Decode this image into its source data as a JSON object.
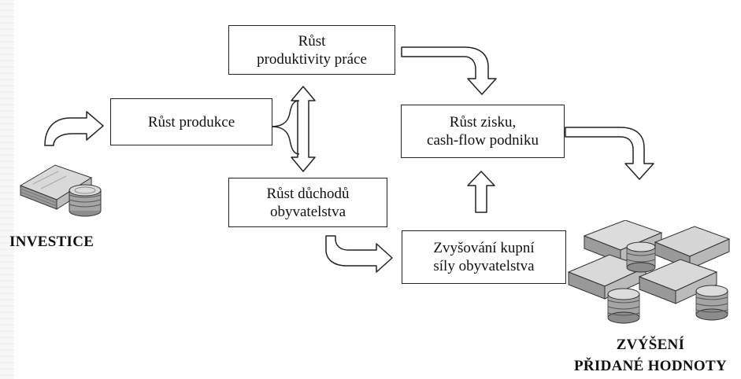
{
  "boxes": {
    "produkce": {
      "lines": [
        "Růst produkce"
      ]
    },
    "produktivita": {
      "lines": [
        "Růst",
        "produktivity práce"
      ]
    },
    "duchody": {
      "lines": [
        "Růst důchodů",
        "obyvatelstva"
      ]
    },
    "zisk": {
      "lines": [
        "Růst zisku,",
        "cash-flow podniku"
      ]
    },
    "kupni_sila": {
      "lines": [
        "Zvyšování kupní",
        "síly obyvatelstva"
      ]
    }
  },
  "labels": {
    "investice": "INVESTICE",
    "zvyseni_line1": "ZVÝŠENÍ",
    "zvyseni_line2": "PŘIDANÉ HODNOTY"
  },
  "icons": {
    "money_left": "banknotes-and-coins-icon",
    "money_right": "banknotes-and-coins-stacks-icon"
  },
  "colors": {
    "line": "#222222",
    "text": "#111111",
    "background": "#ffffff"
  }
}
